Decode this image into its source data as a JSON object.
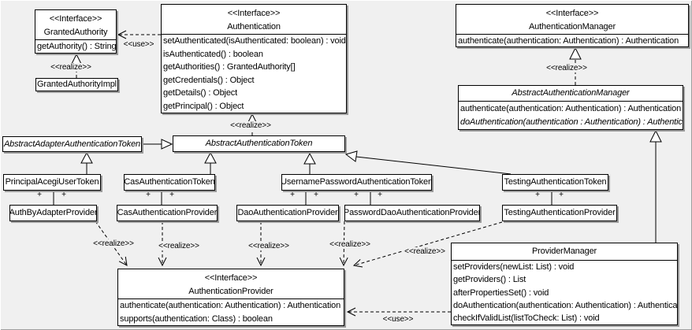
{
  "diagram": {
    "background": "#f0f0f0",
    "box_fill": "#ffffff",
    "box_border": "#000000",
    "labels": {
      "use": "<<use>>",
      "realize": "<<realize>>",
      "plus": "+"
    },
    "classes": {
      "granted_authority": {
        "stereotype": "<<Interface>>",
        "name": "GrantedAuthority",
        "methods": [
          "getAuthority() : String"
        ]
      },
      "granted_authority_impl": {
        "name": "GrantedAuthorityImpl"
      },
      "authentication": {
        "stereotype": "<<Interface>>",
        "name": "Authentication",
        "methods": [
          "setAuthenticated(isAuthenticated: boolean) : void",
          "isAuthenticated() : boolean",
          "getAuthorities() : GrantedAuthority[]",
          "getCredentials() : Object",
          "getDetails() : Object",
          "getPrincipal() : Object"
        ]
      },
      "authentication_manager": {
        "stereotype": "<<Interface>>",
        "name": "AuthenticationManager",
        "methods": [
          "authenticate(authentication: Authentication) : Authentication"
        ]
      },
      "abstract_authentication_manager": {
        "name": "AbstractAuthenticationManager",
        "methods": [
          "authenticate(authentication: Authentication) : Authentication",
          "doAuthentication(authentication : Authentication) : Authentication"
        ]
      },
      "abstract_adapter_authentication_token": {
        "name": "AbstractAdapterAuthenticationToken"
      },
      "abstract_authentication_token": {
        "name": "AbstractAuthenticationToken"
      },
      "principal_acegi_user_token": {
        "name": "PrincipalAcegiUserToken"
      },
      "cas_authentication_token": {
        "name": "CasAuthenticationToken"
      },
      "username_password_authentication_token": {
        "name": "UsernamePasswordAuthenticationToken"
      },
      "testing_authentication_token": {
        "name": "TestingAuthenticationToken"
      },
      "auth_by_adapter_provider": {
        "name": "AuthByAdapterProvider"
      },
      "cas_authentication_provider": {
        "name": "CasAuthenticationProvider"
      },
      "dao_authentication_provider": {
        "name": "DaoAuthenticationProvider"
      },
      "password_dao_authentication_provider": {
        "name": "PasswordDaoAuthenticationProvider"
      },
      "testing_authentication_provider": {
        "name": "TestingAuthenticationProvider"
      },
      "authentication_provider": {
        "stereotype": "<<Interface>>",
        "name": "AuthenticationProvider",
        "methods": [
          "authenticate(authentication: Authentication) : Authentication",
          "supports(authentication: Class) : boolean"
        ]
      },
      "provider_manager": {
        "name": "ProviderManager",
        "methods": [
          "setProviders(newList: List) : void",
          "getProviders() : List",
          "afterPropertiesSet() : void",
          "doAuthentication(authentication: Authentication) : Authentication",
          "checkIfValidList(listToCheck: List) : void"
        ]
      }
    }
  }
}
